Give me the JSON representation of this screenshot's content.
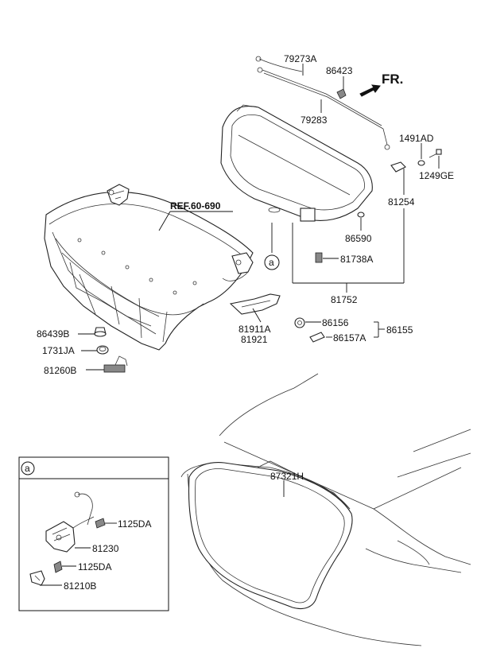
{
  "labels": {
    "p79273A": "79273A",
    "p86423": "86423",
    "p79283": "79283",
    "fr": "FR.",
    "p1491AD": "1491AD",
    "p1249GE": "1249GE",
    "ref": "REF.60-690",
    "p81254": "81254",
    "p86590": "86590",
    "p81738A": "81738A",
    "p81752": "81752",
    "callout_a1": "a",
    "p81911A": "81911A",
    "p81921": "81921",
    "p86156": "86156",
    "p86155": "86155",
    "p86157A": "86157A",
    "p86439B": "86439B",
    "p1731JA": "1731JA",
    "p81260B": "81260B",
    "p87321H": "87321H",
    "inset_a": "a",
    "p1125DA_1": "1125DA",
    "p81230": "81230",
    "p1125DA_2": "1125DA",
    "p81210B": "81210B"
  }
}
